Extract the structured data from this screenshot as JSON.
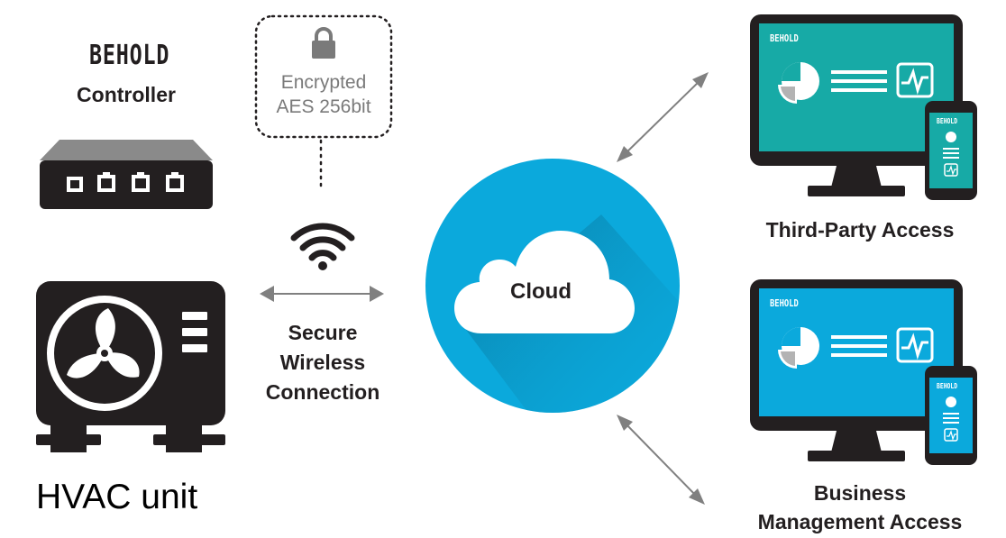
{
  "colors": {
    "text": "#231f20",
    "cloud_circle": "#0ba9dc",
    "screen": "#17aaa6",
    "device": "#231f20",
    "arrow": "#808080",
    "encrypt_text": "#7a7a7a"
  },
  "controller": {
    "brand": "BEHOLD",
    "label": "Controller",
    "icon": "network-switch-icon"
  },
  "encryption": {
    "line1": "Encrypted",
    "line2": "AES 256bit",
    "icon": "lock-icon"
  },
  "wireless": {
    "icon": "wifi-icon",
    "line1": "Secure",
    "line2": "Wireless",
    "line3": "Connection"
  },
  "hvac": {
    "icon": "hvac-fan-icon",
    "label": "HVAC unit"
  },
  "cloud": {
    "label": "Cloud",
    "icon": "cloud-icon"
  },
  "third_party": {
    "label": "Third-Party Access",
    "monitor_brand": "BEHOLD",
    "phone_brand": "BEHOLD"
  },
  "business": {
    "line1": "Business",
    "line2": "Management Access",
    "monitor_brand": "BEHOLD",
    "phone_brand": "BEHOLD"
  }
}
